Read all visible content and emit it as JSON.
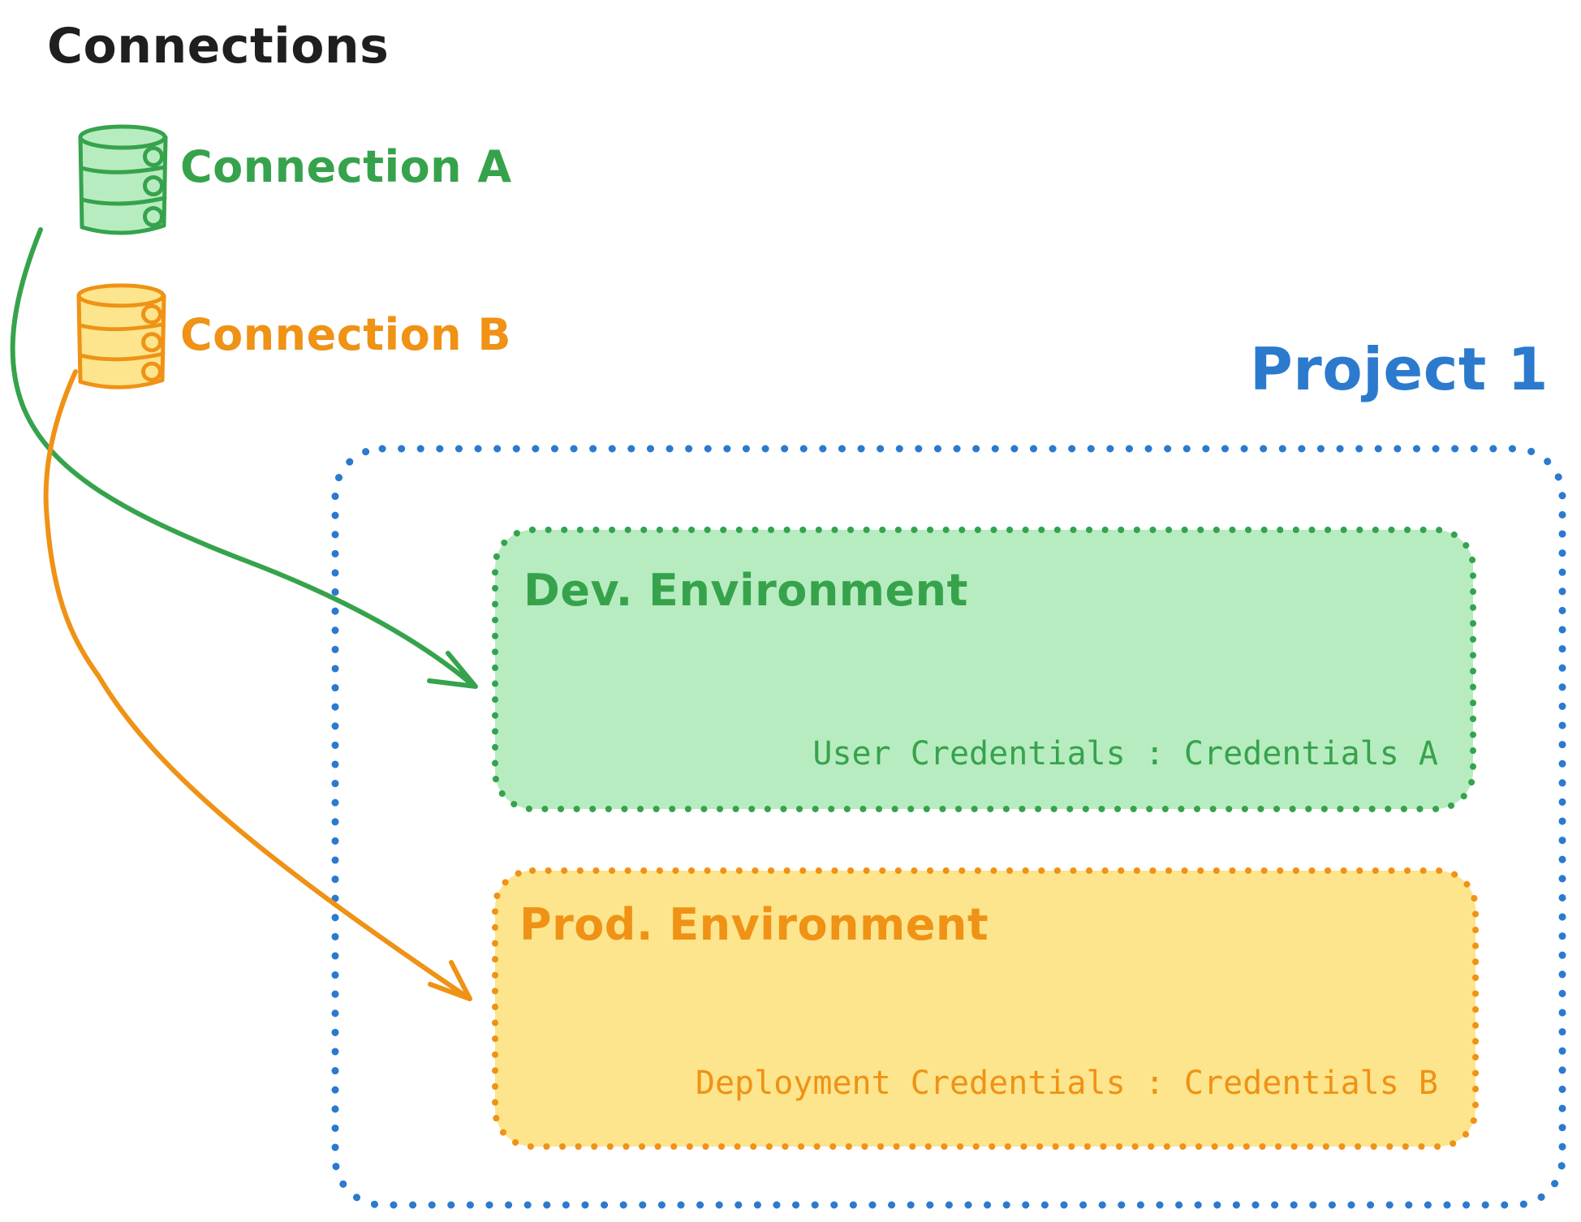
{
  "title": "Connections",
  "colors": {
    "ink": "#1f1f1f",
    "green": "#36a34c",
    "green_fill": "#b7ecc0",
    "orange": "#ef9215",
    "orange_fill": "#fce58c",
    "blue": "#2b7ace"
  },
  "connections": [
    {
      "label": "Connection A",
      "icon": "database-icon",
      "color": "#36a34c"
    },
    {
      "label": "Connection B",
      "icon": "database-icon",
      "color": "#ef9215"
    }
  ],
  "project": {
    "title": "Project 1",
    "environments": [
      {
        "name": "Dev. Environment",
        "credentials": "User Credentials : Credentials A",
        "source_connection": "Connection A",
        "color": "#36a34c"
      },
      {
        "name": "Prod. Environment",
        "credentials": "Deployment Credentials : Credentials B",
        "source_connection": "Connection B",
        "color": "#ef9215"
      }
    ]
  }
}
